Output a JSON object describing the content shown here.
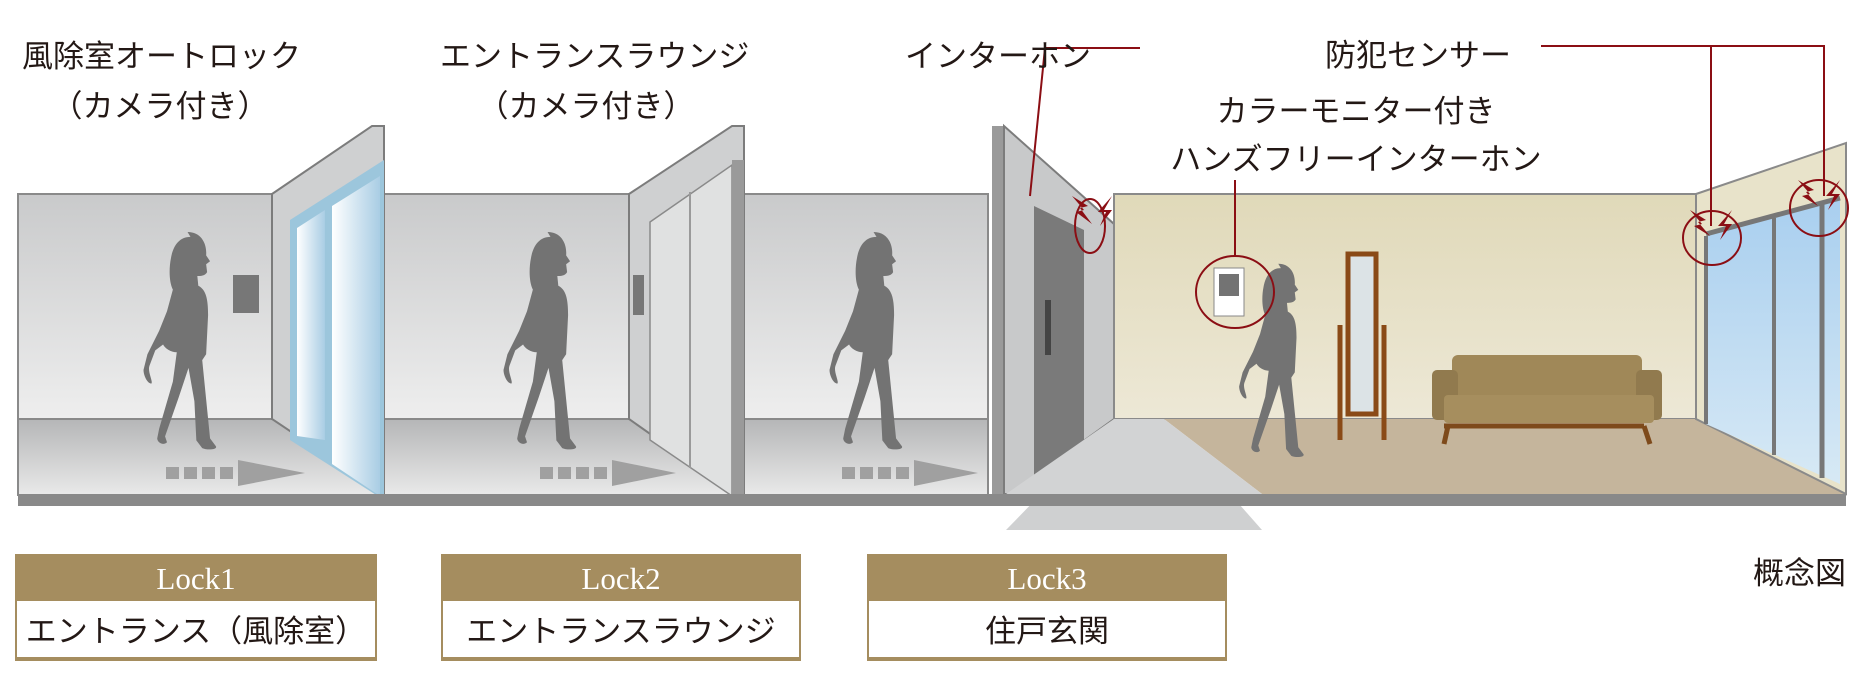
{
  "labels": {
    "windbreak_autolock": "風除室オートロック",
    "windbreak_camera": "（カメラ付き）",
    "entrance_lounge": "エントランスラウンジ",
    "lounge_camera": "（カメラ付き）",
    "intercom": "インターホン",
    "security_sensor": "防犯センサー",
    "color_monitor": "カラーモニター付き",
    "handsfree_intercom": "ハンズフリーインターホン",
    "concept_note": "概念図"
  },
  "locks": [
    {
      "title": "Lock1",
      "name": "エントランス（風除室）"
    },
    {
      "title": "Lock2",
      "name": "エントランスラウンジ"
    },
    {
      "title": "Lock3",
      "name": "住戸玄関"
    }
  ],
  "colors": {
    "lock_header": "#a58d5f",
    "sensor_red": "#8b0e14",
    "wall_gray": "#d5d6d7",
    "room_wall": "#e6e0c8",
    "room_floor": "#c5b59c",
    "glass_blue": "#9cc6dc",
    "sofa": "#a08858"
  }
}
